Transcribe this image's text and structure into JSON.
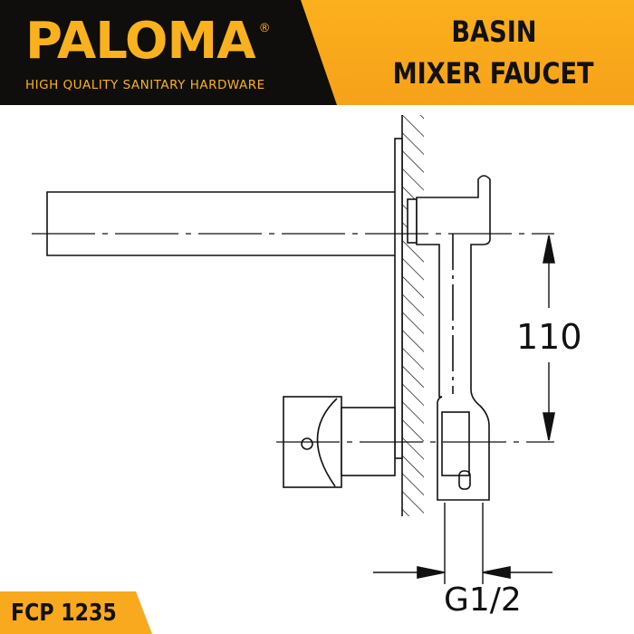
{
  "brand": {
    "name": "PALOMA",
    "registered": "®",
    "tagline": "HIGH QUALITY SANITARY HARDWARE"
  },
  "product": {
    "title_line1": "BASIN",
    "title_line2": "MIXER FAUCET",
    "code": "FCP 1235"
  },
  "dimensions": {
    "height": "110",
    "thread": "G1/2"
  },
  "colors": {
    "accent": "#f8a91d",
    "dark": "#0f0e0c"
  }
}
